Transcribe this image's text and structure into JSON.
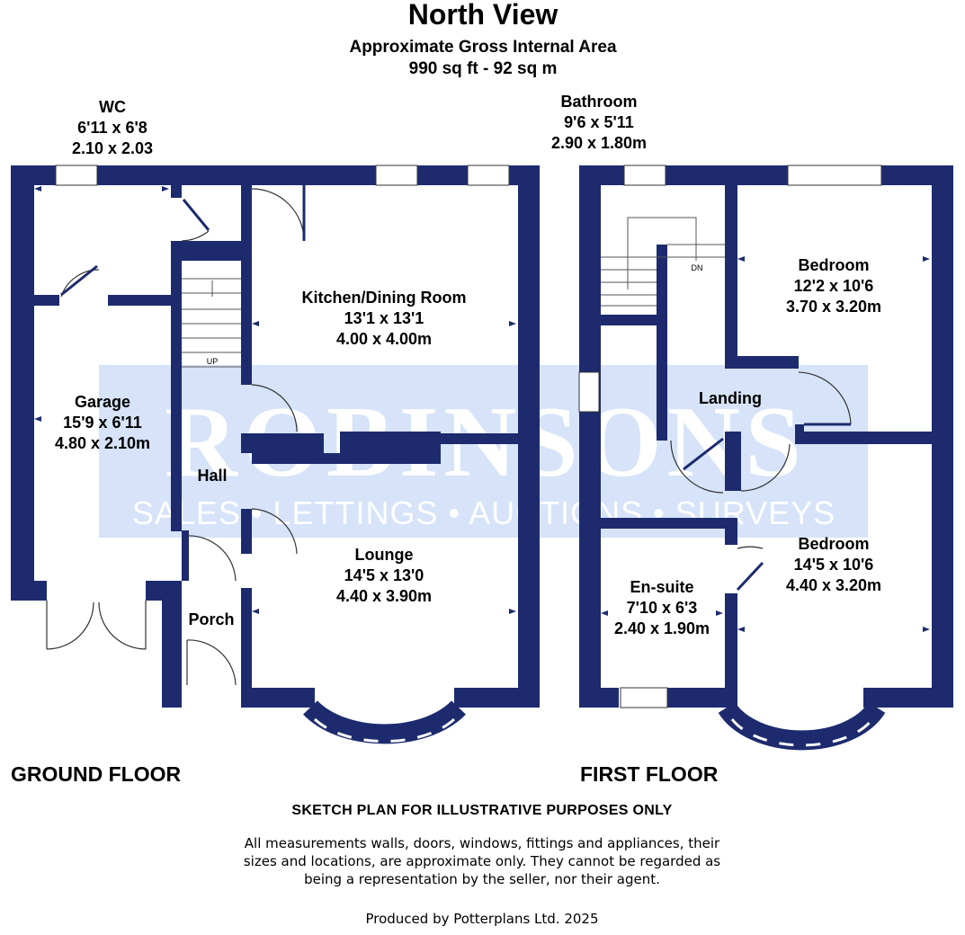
{
  "header": {
    "title": "North View",
    "subtitle": "Approximate Gross Internal Area",
    "area": "990 sq ft - 92 sq m"
  },
  "watermark": {
    "brand": "ROBINSONS",
    "tagline": "SALES • LETTINGS • AUCTIONS • SURVEYS"
  },
  "ground_floor": {
    "label": "GROUND FLOOR",
    "rooms": {
      "wc": {
        "name": "WC",
        "imperial": "6'11 x 6'8",
        "metric": "2.10 x 2.03"
      },
      "kitchen": {
        "name": "Kitchen/Dining Room",
        "imperial": "13'1 x 13'1",
        "metric": "4.00 x 4.00m"
      },
      "garage": {
        "name": "Garage",
        "imperial": "15'9 x 6'11",
        "metric": "4.80 x 2.10m"
      },
      "hall": {
        "name": "Hall"
      },
      "lounge": {
        "name": "Lounge",
        "imperial": "14'5 x 13'0",
        "metric": "4.40 x 3.90m"
      },
      "porch": {
        "name": "Porch"
      }
    },
    "stairs_label": "UP"
  },
  "first_floor": {
    "label": "FIRST FLOOR",
    "rooms": {
      "bathroom": {
        "name": "Bathroom",
        "imperial": "9'6 x 5'11",
        "metric": "2.90 x 1.80m"
      },
      "bedroom1": {
        "name": "Bedroom",
        "imperial": "12'2 x 10'6",
        "metric": "3.70 x 3.20m"
      },
      "landing": {
        "name": "Landing"
      },
      "bedroom2": {
        "name": "Bedroom",
        "imperial": "14'5 x 10'6",
        "metric": "4.40 x 3.20m"
      },
      "ensuite": {
        "name": "En-suite",
        "imperial": "7'10 x 6'3",
        "metric": "2.40 x 1.90m"
      }
    },
    "stairs_label": "DN"
  },
  "footer": {
    "disclaimer_title": "SKETCH PLAN FOR ILLUSTRATIVE PURPOSES ONLY",
    "disclaimer_line1": "All measurements walls, doors, windows, fittings and appliances, their",
    "disclaimer_line2": "sizes and locations, are approximate only. They cannot be regarded as",
    "disclaimer_line3": "being a representation by the seller, nor their agent.",
    "credit": "Produced by Potterplans Ltd. 2025"
  },
  "colors": {
    "wall": "#1d2b6e",
    "watermark_band": "#d6e3f8",
    "watermark_text": "#ffffff"
  }
}
